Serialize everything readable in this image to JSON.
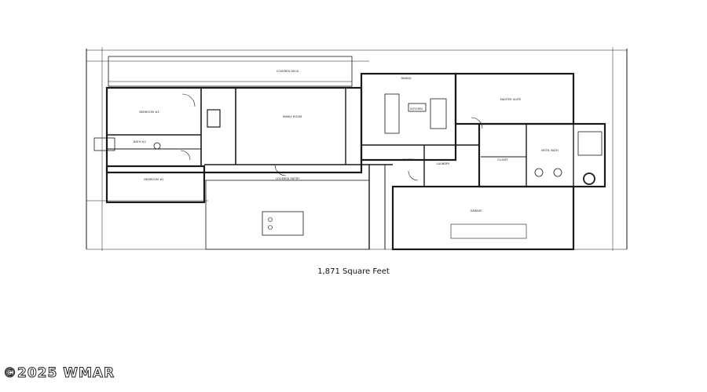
{
  "plan": {
    "rooms": [
      {
        "id": "covered-deck",
        "label": "COVERED DECK"
      },
      {
        "id": "dining",
        "label": "DINING"
      },
      {
        "id": "kitchen",
        "label": "KITCHEN"
      },
      {
        "id": "master-suite",
        "label": "MASTER SUITE"
      },
      {
        "id": "bedroom-3",
        "label": "BEDROOM #3"
      },
      {
        "id": "family-room",
        "label": "FAMILY ROOM"
      },
      {
        "id": "bath-2",
        "label": "BATH #2"
      },
      {
        "id": "bedroom-2",
        "label": "BEDROOM #2"
      },
      {
        "id": "covered-entry",
        "label": "COVERED ENTRY"
      },
      {
        "id": "laundry",
        "label": "LAUNDRY"
      },
      {
        "id": "pantry",
        "label": "PANTRY"
      },
      {
        "id": "closet",
        "label": "CLOSET"
      },
      {
        "id": "master-bath",
        "label": "MSTR. BATH"
      },
      {
        "id": "garage",
        "label": "GARAGE"
      }
    ]
  },
  "caption": "1,871 Square Feet",
  "watermark": "©2025 WMAR",
  "colors": {
    "line": "#1a1a1a",
    "background": "#ffffff"
  }
}
